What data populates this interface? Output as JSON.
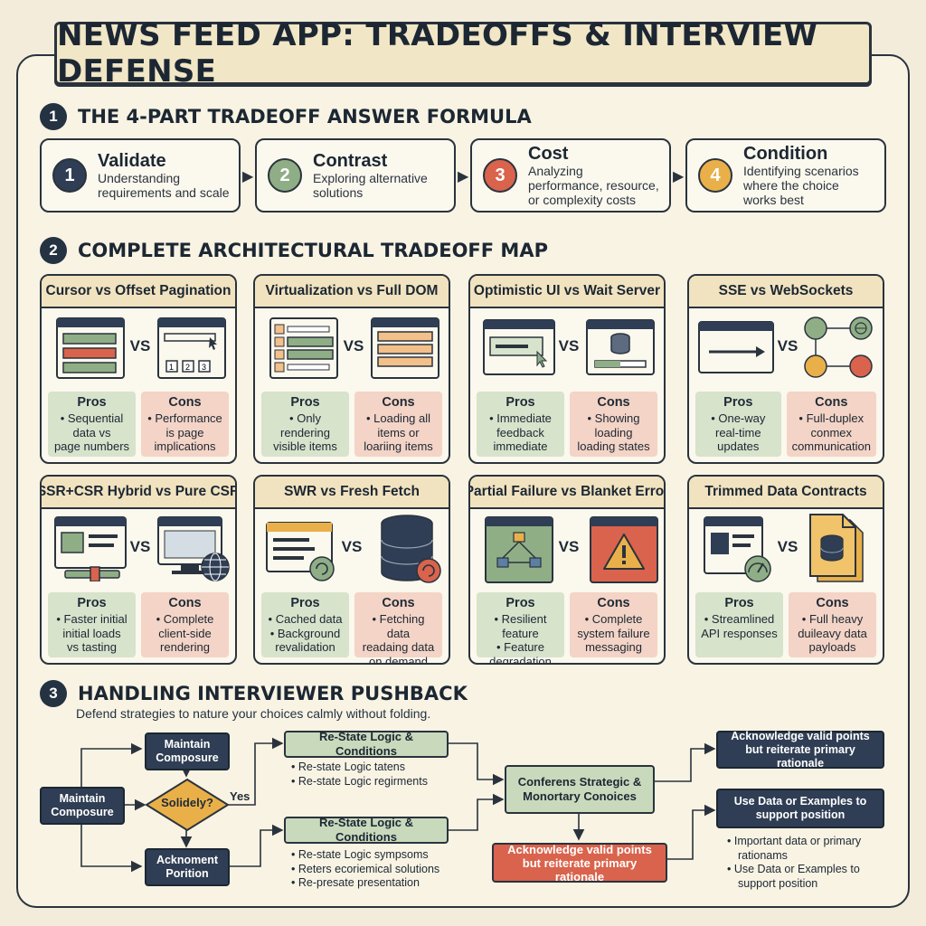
{
  "title": "NEWS FEED APP: TRADEOFFS & INTERVIEW DEFENSE",
  "sections": [
    {
      "num": "1",
      "title": "THE 4-PART TRADEOFF ANSWER FORMULA"
    },
    {
      "num": "2",
      "title": "COMPLETE ARCHITECTURAL TRADEOFF MAP"
    },
    {
      "num": "3",
      "title": "HANDLING INTERVIEWER PUSHBACK",
      "subtitle": "Defend strategies to nature your choices calmly without folding."
    }
  ],
  "formula": [
    {
      "num": "1",
      "title": "Validate",
      "desc": "Understanding requirements and scale",
      "color": "#2f3e54"
    },
    {
      "num": "2",
      "title": "Contrast",
      "desc": "Exploring alternative solutions",
      "color": "#8fae86"
    },
    {
      "num": "3",
      "title": "Cost",
      "desc": "Analyzing performance, resource, or complexity costs",
      "color": "#d9634c"
    },
    {
      "num": "4",
      "title": "Condition",
      "desc": "Identifying scenarios where the choice works best",
      "color": "#e9b04a"
    }
  ],
  "tradeoffs": [
    {
      "title": "Cursor vs Offset Pagination",
      "vs": "VS",
      "pros_label": "Pros",
      "cons_label": "Cons",
      "pros": [
        "• Sequential",
        "data vs",
        "page numbers"
      ],
      "cons": [
        "• Performance",
        "is page",
        "implications"
      ],
      "left_icon": "list-window-icon",
      "right_icon": "pagination-window-icon"
    },
    {
      "title": "Virtualization vs Full DOM",
      "vs": "VS",
      "pros_label": "Pros",
      "cons_label": "Cons",
      "pros": [
        "• Only rendering",
        "visible items"
      ],
      "cons": [
        "• Loading all",
        "items or",
        "loariing items"
      ],
      "left_icon": "partial-list-icon",
      "right_icon": "full-list-icon"
    },
    {
      "title": "Optimistic UI vs Wait Server",
      "vs": "VS",
      "pros_label": "Pros",
      "cons_label": "Cons",
      "pros": [
        "• Immediate",
        "feedback",
        "immediate"
      ],
      "cons": [
        "• Showing",
        "loading",
        "loading states"
      ],
      "left_icon": "click-window-icon",
      "right_icon": "server-progress-icon"
    },
    {
      "title": "SSE vs WebSockets",
      "vs": "VS",
      "pros_label": "Pros",
      "cons_label": "Cons",
      "pros": [
        "• One-way",
        "real-time",
        "updates"
      ],
      "cons": [
        "• Full-duplex",
        "conmex",
        "communication"
      ],
      "left_icon": "one-way-arrow-icon",
      "right_icon": "duplex-network-icon"
    },
    {
      "title": "SSR+CSR Hybrid vs Pure CSR",
      "vs": "VS",
      "pros_label": "Pros",
      "cons_label": "Cons",
      "pros": [
        "• Faster initial",
        "initial loads",
        "vs tasting"
      ],
      "cons": [
        "• Complete",
        "client-side",
        "rendering"
      ],
      "left_icon": "hybrid-window-icon",
      "right_icon": "monitor-globe-icon"
    },
    {
      "title": "SWR vs Fresh Fetch",
      "vs": "VS",
      "pros_label": "Pros",
      "cons_label": "Cons",
      "pros": [
        "• Cached data",
        "• Background",
        "revalidation"
      ],
      "cons": [
        "• Fetching data",
        "readaing data",
        "on demand"
      ],
      "left_icon": "cache-refresh-icon",
      "right_icon": "database-refresh-icon"
    },
    {
      "title": "Partial Failure vs Blanket Error",
      "vs": "VS",
      "pros_label": "Pros",
      "cons_label": "Cons",
      "pros": [
        "• Resilient feature",
        "• Feature",
        "degradation"
      ],
      "cons": [
        "• Complete",
        "system failure",
        "messaging"
      ],
      "left_icon": "tree-window-icon",
      "right_icon": "warning-window-icon"
    },
    {
      "title": "Trimmed Data Contracts",
      "vs": "VS",
      "pros_label": "Pros",
      "cons_label": "Cons",
      "pros": [
        "• Streamlined",
        "API responses"
      ],
      "cons": [
        "• Full heavy",
        "duileavy data",
        "payloads"
      ],
      "left_icon": "gauge-window-icon",
      "right_icon": "database-file-icon"
    }
  ],
  "pushback": {
    "start": "Maintain Composure",
    "top": "Maintain Composure",
    "decision": "Solidely?",
    "yes_label": "Yes",
    "bottom": "Acknoment Porition",
    "restate_top": "Re-State Logic & Conditions",
    "restate_top_items": [
      "• Re-state Logic tatens",
      "• Re-state Logic regirments"
    ],
    "restate_bottom": "Re-State Logic & Conditions",
    "restate_bottom_items": [
      "• Re-state Logic sympsoms",
      "• Reters ecoriemical solutions",
      "• Re-presate presentation"
    ],
    "center": "Conferens Strategic & Monortary Conoices",
    "red": "Acknowledge valid points but reiterate primary rationale",
    "right_top": "Acknowledge valid points but reiterate primary rationale",
    "right_mid": "Use Data or Examples to support position",
    "right_items": [
      "• Important data or primary",
      "rationams",
      "• Use Data or Examples to",
      "support position"
    ]
  }
}
